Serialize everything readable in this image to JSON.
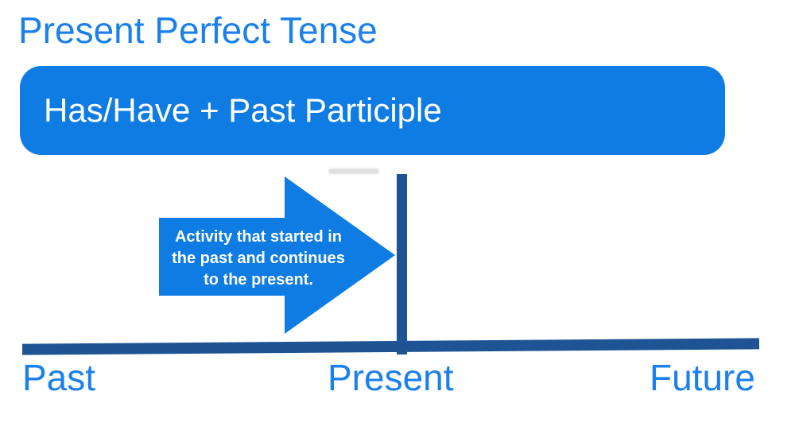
{
  "title": "Present Perfect Tense",
  "formula_box": {
    "text": "Has/Have + Past Participle"
  },
  "arrow": {
    "caption": "Activity that started in the past and continues to the present.",
    "lines": [
      "Activity that started in",
      "the past and continues",
      "to the present."
    ]
  },
  "timeline": {
    "labels": [
      "Past",
      "Present",
      "Future"
    ]
  },
  "colors": {
    "bright_blue": "#0e7ce2",
    "label_blue": "#1c80ec",
    "dark_blue": "#1e5493",
    "text_white": "#ffffff",
    "smudge_gray": "#b9b9b9"
  }
}
